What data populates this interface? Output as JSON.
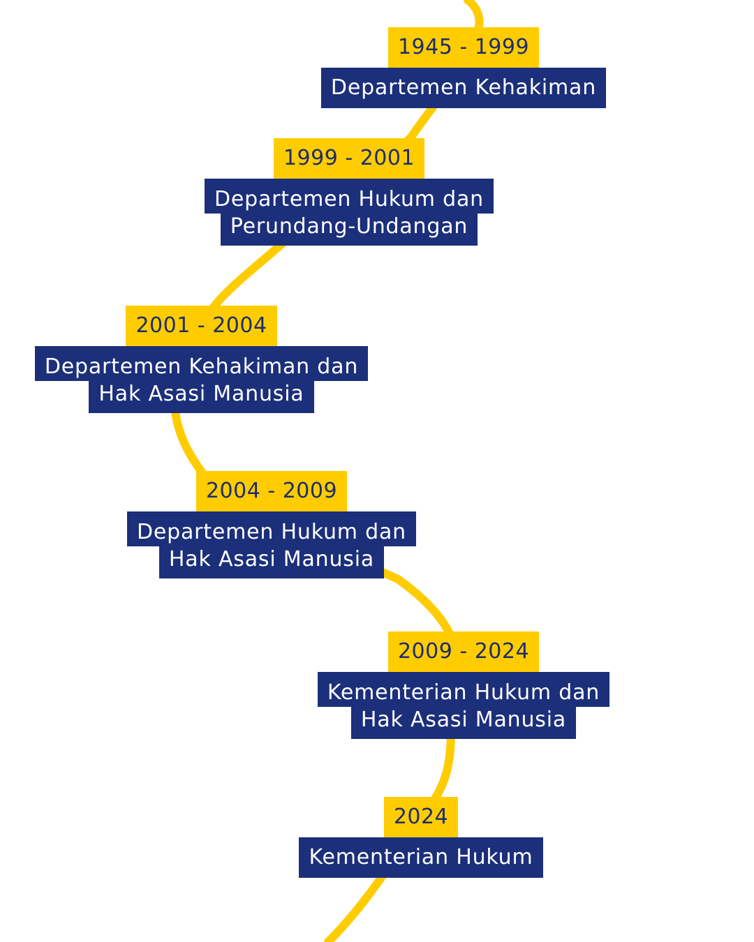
{
  "line_color": "#FFCC00",
  "year_box_color": "#FFCC00",
  "name_box_color": "#1b2f7a",
  "milestones": [
    {
      "years": "1945 - 1999",
      "name_lines": [
        "Departemen Kehakiman"
      ]
    },
    {
      "years": "1999 - 2001",
      "name_lines": [
        "Departemen Hukum dan",
        "Perundang-Undangan"
      ]
    },
    {
      "years": "2001 - 2004",
      "name_lines": [
        "Departemen Kehakiman dan",
        "Hak Asasi Manusia"
      ]
    },
    {
      "years": "2004 - 2009",
      "name_lines": [
        "Departemen Hukum dan",
        "Hak Asasi Manusia"
      ]
    },
    {
      "years": "2009 - 2024",
      "name_lines": [
        "Kementerian Hukum dan",
        "Hak Asasi Manusia"
      ]
    },
    {
      "years": "2024",
      "name_lines": [
        "Kementerian Hukum"
      ]
    }
  ]
}
